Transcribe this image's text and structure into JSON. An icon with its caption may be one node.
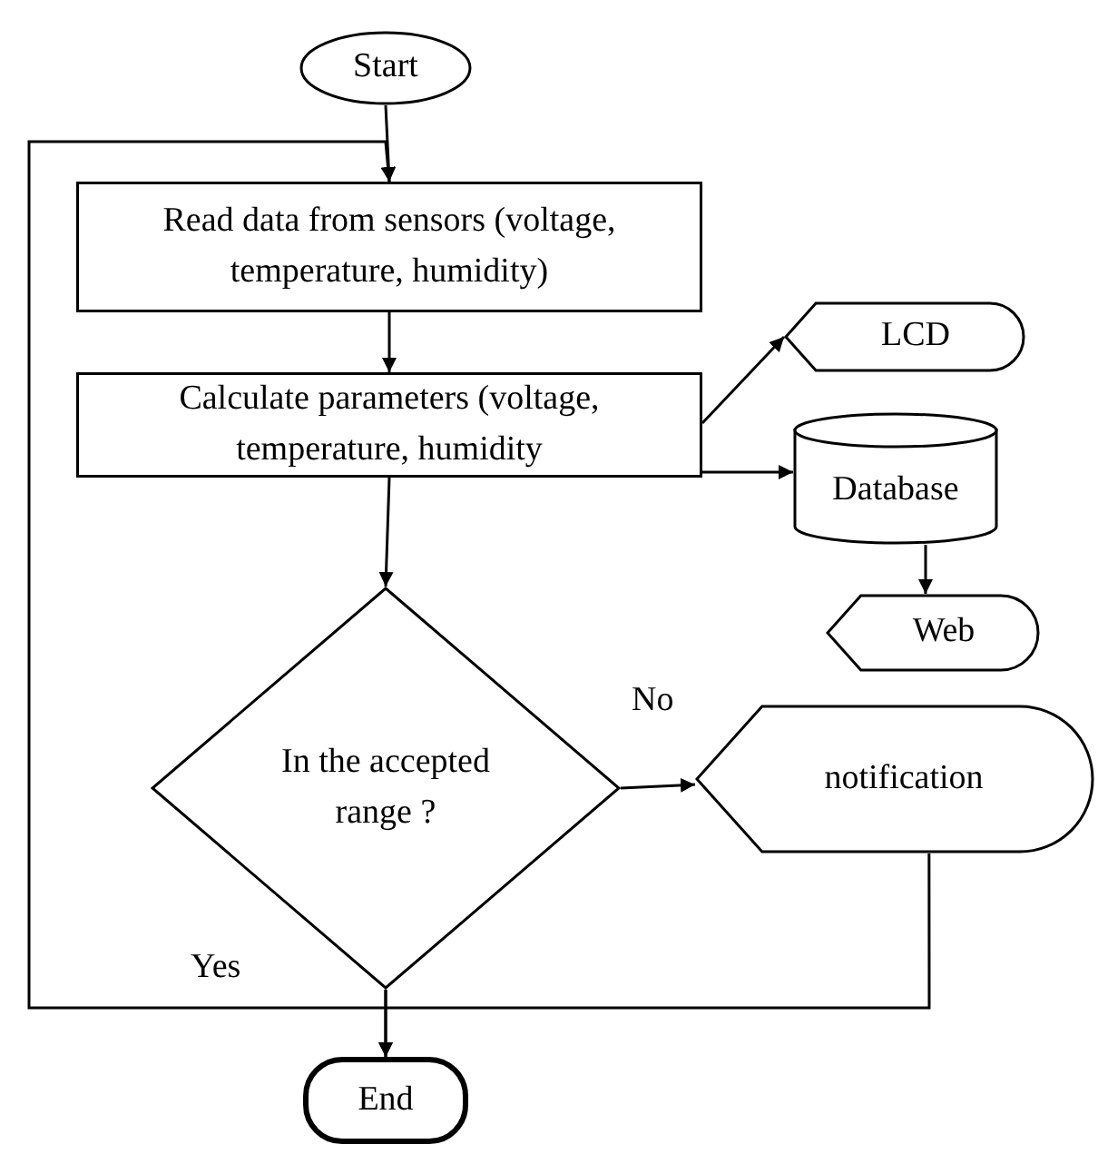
{
  "diagram": {
    "nodes": [
      {
        "text": [
          "Start"
        ]
      },
      {
        "text": [
          "Read data from sensors (voltage, temperature, humidity)"
        ]
      },
      {
        "text": [
          "Calculate parameters (voltage, temperature, humidity"
        ]
      },
      {
        "text": [
          "LCD"
        ]
      },
      {
        "text": [
          "Database"
        ]
      },
      {
        "text": [
          "Web"
        ]
      },
      {
        "text": [
          "In the accepted range ?"
        ]
      },
      {
        "text": [
          "notification"
        ]
      },
      {
        "text": [
          "End"
        ]
      }
    ],
    "edges": [
      {
        "from": 0,
        "to": 1,
        "arrow": "to"
      },
      {
        "from": 1,
        "to": 2,
        "arrow": "to"
      },
      {
        "from": 2,
        "to": 3,
        "arrow": "to"
      },
      {
        "from": 2,
        "to": 4,
        "arrow": "to"
      },
      {
        "from": 4,
        "to": 5,
        "arrow": "to"
      },
      {
        "from": 2,
        "to": 6,
        "arrow": "to"
      },
      {
        "from": 6,
        "to": 7,
        "label": "No",
        "arrow": "to"
      },
      {
        "from": 7,
        "to": 8,
        "arrow": "to"
      },
      {
        "from": 6,
        "to": 8,
        "arrow": "to"
      },
      {
        "from": 6,
        "to": 1,
        "label": "Yes",
        "arrow": "to"
      }
    ]
  }
}
